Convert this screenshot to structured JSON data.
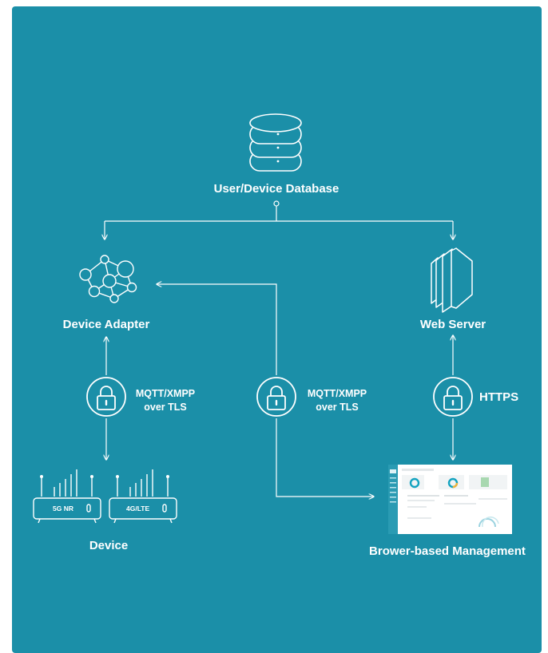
{
  "nodes": {
    "database": {
      "label": "User/Device Database"
    },
    "adapter": {
      "label": "Device Adapter"
    },
    "web_server": {
      "label": "Web Server"
    },
    "device": {
      "label": "Device",
      "tag_5g": "5G NR",
      "tag_4g": "4G/LTE"
    },
    "browser": {
      "label": "Brower-based Management"
    }
  },
  "connections": {
    "left": {
      "line1": "MQTT/XMPP",
      "line2": "over TLS"
    },
    "middle": {
      "line1": "MQTT/XMPP",
      "line2": "over TLS"
    },
    "right": {
      "label": "HTTPS"
    }
  },
  "colors": {
    "background": "#1b8fa8",
    "foreground": "#ffffff",
    "screen_accent": "#13a3c0"
  }
}
